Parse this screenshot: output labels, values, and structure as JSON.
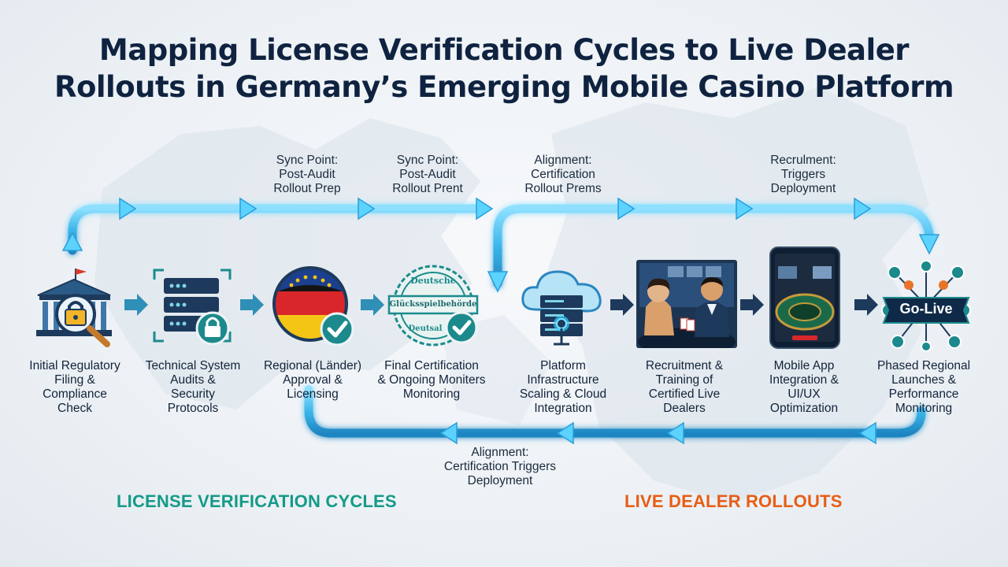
{
  "title": {
    "line1": "Mapping License Verification Cycles to Live Dealer",
    "line2": "Rollouts in Germany’s Emerging Mobile Casino Platform"
  },
  "sync_points": [
    {
      "line1": "Sync Point:",
      "line2": "Post-Audit",
      "line3": "Rollout Prep"
    },
    {
      "line1": "Sync Point:",
      "line2": "Post-Audit",
      "line3": "Rollout Prent"
    },
    {
      "line1": "Alignment:",
      "line2": "Certification",
      "line3": "Rollout Prems"
    },
    {
      "line1": "Recrulment:",
      "line2": "Triggers",
      "line3": "Deployment"
    }
  ],
  "steps": [
    {
      "icon": "government-building-lock-icon",
      "lines": [
        "Initial Regulatory",
        "Filing &",
        "Compliance",
        "Check"
      ]
    },
    {
      "icon": "server-lock-icon",
      "lines": [
        "Technical System",
        "Audits &",
        "Security",
        "Protocols"
      ]
    },
    {
      "icon": "german-flag-check-icon",
      "lines": [
        "Regional (Länder)",
        "Approval &",
        "Licensing"
      ]
    },
    {
      "icon": "certification-stamp-icon",
      "lines": [
        "Final Certification",
        "& Ongoing Moniters",
        "Monitoring"
      ]
    },
    {
      "icon": "cloud-server-icon",
      "lines": [
        "Platform",
        "Infrastructure",
        "Scaling & Cloud",
        "Integration"
      ]
    },
    {
      "icon": "live-dealers-icon",
      "lines": [
        "Recruitment &",
        "Training of",
        "Certified Live",
        "Dealers"
      ]
    },
    {
      "icon": "mobile-app-roulette-icon",
      "lines": [
        "Mobile App",
        "Integration &",
        "UI/UX",
        "Optimization"
      ]
    },
    {
      "icon": "go-live-network-icon",
      "lines": [
        "Phased Regional",
        "Launches &",
        "Performance",
        "Monitoring"
      ]
    }
  ],
  "stamp": {
    "top": "Deutsche",
    "middle": "Glücksspielbehörde",
    "bottom": "Deutsal"
  },
  "go_live": "Go-Live",
  "bottom_sync": {
    "line1": "Alignment:",
    "line2": "Certification Triggers",
    "line3": "Deployment"
  },
  "tracks": {
    "license": "LICENSE VERIFICATION CYCLES",
    "dealer": "LIVE DEALER ROLLOUTS"
  },
  "colors": {
    "title": "#0f2340",
    "license_track": "#149a88",
    "dealer_track": "#e85d15",
    "flow_arrow": "#39b7e8",
    "icon_teal": "#1c8a8c",
    "icon_navy": "#1d3a5c"
  }
}
